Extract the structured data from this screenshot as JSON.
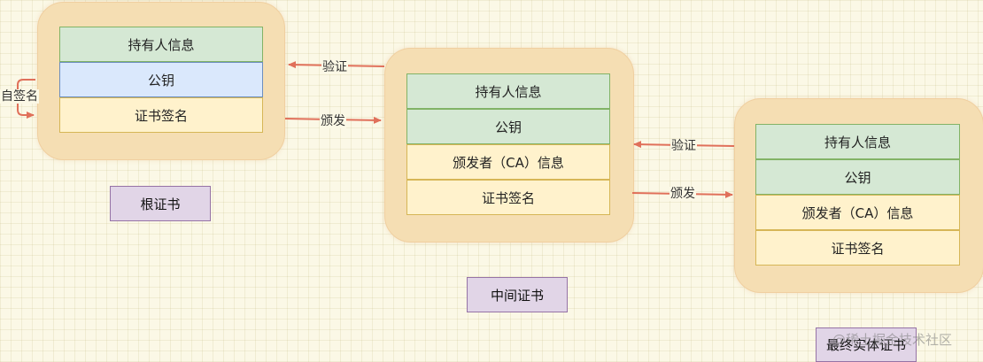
{
  "root_cert": {
    "fields": [
      "持有人信息",
      "公钥",
      "证书签名"
    ],
    "label": "根证书"
  },
  "intermediate_cert": {
    "fields": [
      "持有人信息",
      "公钥",
      "颁发者（CA）信息",
      "证书签名"
    ],
    "label": "中间证书"
  },
  "end_cert": {
    "fields": [
      "持有人信息",
      "公钥",
      "颁发者（CA）信息",
      "证书签名"
    ],
    "label": "最终实体证书"
  },
  "edges": {
    "self_sign": "自签名",
    "verify_1": "验证",
    "issue_1": "颁发",
    "verify_2": "验证",
    "issue_2": "颁发"
  },
  "watermark": "@稀土掘金技术社区",
  "colors": {
    "arrow": "#e0705a",
    "holder_fill": "#d5e8d4",
    "key_fill": "#dae8fc",
    "signature_fill": "#fff2cc",
    "label_fill": "#e1d5e7",
    "cert_bg": "#f5deb3"
  }
}
